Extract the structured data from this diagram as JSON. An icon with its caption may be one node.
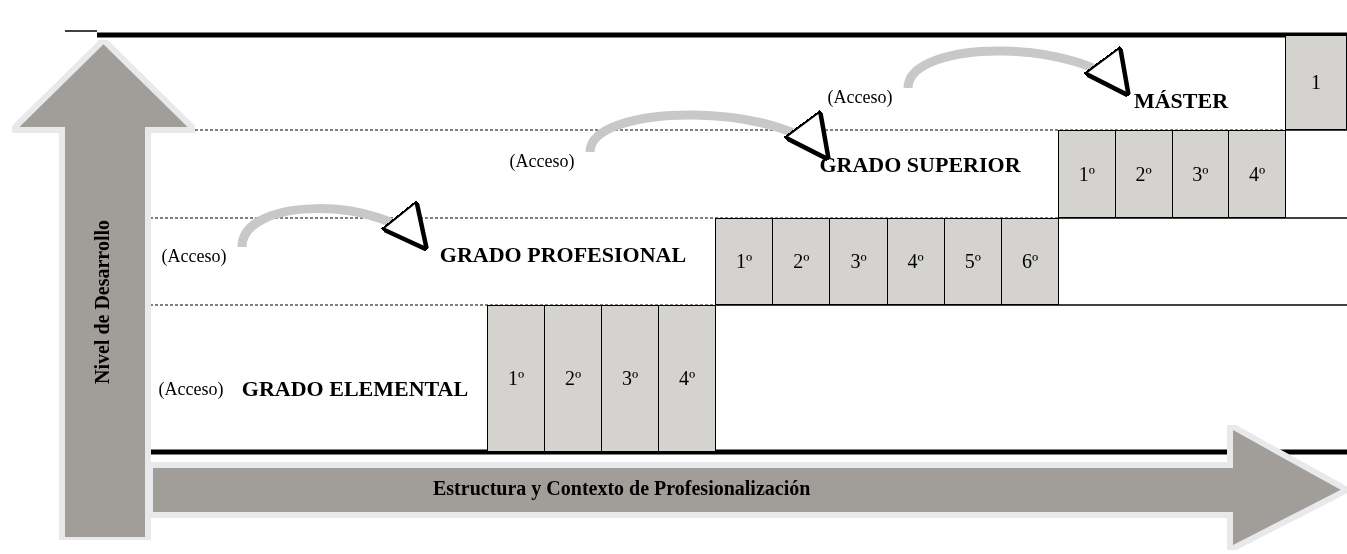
{
  "diagram": {
    "nodes": [
      {
        "text": [
          "Nivel de Desarrollo"
        ]
      },
      {
        "text": [
          "Estructura y Contexto de Profesionalización"
        ]
      },
      {
        "text": [
          "(Acceso)"
        ]
      },
      {
        "text": [
          "MÁSTER"
        ]
      },
      {
        "text": [
          "1"
        ]
      },
      {
        "text": [
          "(Acceso)"
        ]
      },
      {
        "text": [
          "GRADO SUPERIOR"
        ]
      },
      {
        "text": [
          "1º"
        ]
      },
      {
        "text": [
          "2º"
        ]
      },
      {
        "text": [
          "3º"
        ]
      },
      {
        "text": [
          "4º"
        ]
      },
      {
        "text": [
          "(Acceso)"
        ]
      },
      {
        "text": [
          "GRADO PROFESIONAL"
        ]
      },
      {
        "text": [
          "1º"
        ]
      },
      {
        "text": [
          "2º"
        ]
      },
      {
        "text": [
          "3º"
        ]
      },
      {
        "text": [
          "4º"
        ]
      },
      {
        "text": [
          "5º"
        ]
      },
      {
        "text": [
          "6º"
        ]
      },
      {
        "text": [
          "(Acceso)"
        ]
      },
      {
        "text": [
          "GRADO ELEMENTAL"
        ]
      },
      {
        "text": [
          "1º"
        ]
      },
      {
        "text": [
          "2º"
        ]
      },
      {
        "text": [
          "3º"
        ]
      },
      {
        "text": [
          "4º"
        ]
      }
    ],
    "edges": [
      {
        "from": 2,
        "to": 3,
        "arrow": "to"
      },
      {
        "from": 5,
        "to": 6,
        "arrow": "to"
      },
      {
        "from": 11,
        "to": 12,
        "arrow": "to"
      }
    ]
  }
}
